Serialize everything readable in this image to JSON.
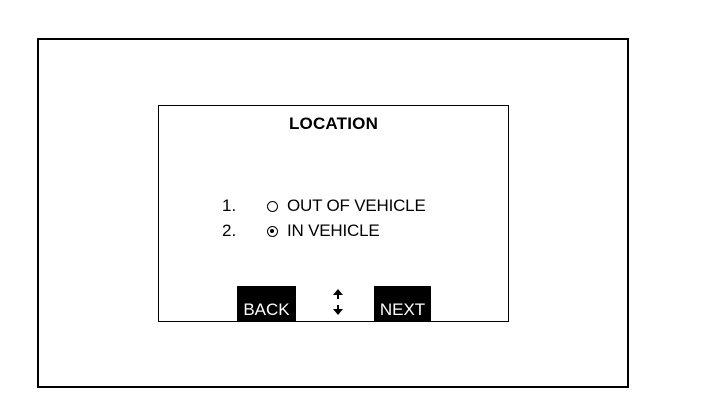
{
  "screen": {
    "title": "LOCATION",
    "options": [
      {
        "number": "1.",
        "label": "OUT OF VEHICLE",
        "selected": false
      },
      {
        "number": "2.",
        "label": "IN VEHICLE",
        "selected": true
      }
    ],
    "soft_keys": {
      "back_label": "BACK",
      "next_label": "NEXT"
    },
    "scroll_icon": "up-down-arrows-icon"
  },
  "colors": {
    "background": "#ffffff",
    "foreground": "#000000",
    "soft_key_background": "#000000",
    "soft_key_text": "#ffffff"
  }
}
